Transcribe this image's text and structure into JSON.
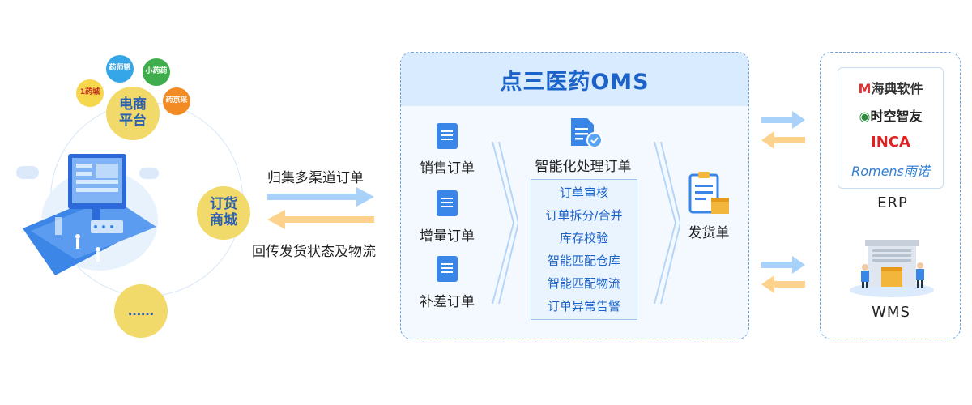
{
  "platforms": {
    "ecommerce_label": "电商\n平台",
    "ordering_label": "订货\n商城",
    "more_label": "……",
    "apps": [
      "药师帮",
      "小药药",
      "1药城",
      "药京采"
    ]
  },
  "flow": {
    "forward_label": "归集多渠道订单",
    "backward_label": "回传发货状态及物流"
  },
  "oms": {
    "title": "点三医药OMS",
    "order_types": [
      "销售订单",
      "增量订单",
      "补差订单"
    ],
    "processing_title": "智能化处理订单",
    "processing_steps": [
      "订单审核",
      "订单拆分/合并",
      "库存校验",
      "智能匹配仓库",
      "智能匹配物流",
      "订单异常告警"
    ],
    "output_label": "发货单"
  },
  "erp": {
    "vendors": [
      "海典软件",
      "时空智友",
      "INCA",
      "Romens雨诺"
    ],
    "label": "ERP"
  },
  "wms": {
    "label": "WMS"
  },
  "colors": {
    "primary_blue": "#1b62c9",
    "circle_yellow": "#f1da6a",
    "arrow_blue": "#a9d2fb",
    "arrow_orange": "#fcd28c"
  }
}
